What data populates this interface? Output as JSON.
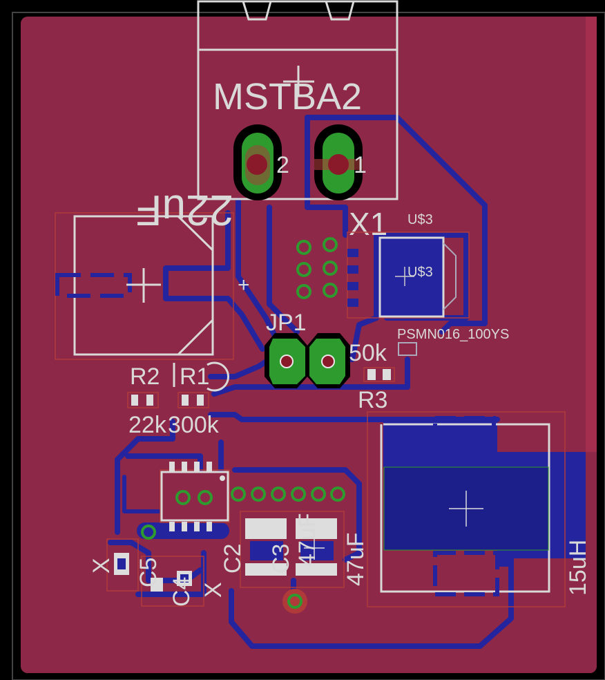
{
  "colors": {
    "background": "#000000",
    "copper_fill": "#8e2848",
    "trace": "#23249e",
    "silkscreen": "#d9d9d9",
    "pad": "#2e9b2e",
    "drill": "#8a1a2a",
    "outline": "#b03a3a"
  },
  "labels": {
    "connector": "MSTBA2",
    "pin2": "2",
    "pin1": "1",
    "cap_22uf": "22uF",
    "plus": "+",
    "x1": "X1",
    "u3_top": "U$3",
    "u3_body": "U$3",
    "mosfet": "PSMN016_100YS",
    "jp1": "JP1",
    "r50k": "50k",
    "r2": "R2",
    "r1": "R1",
    "r3": "R3",
    "r2_val": "22k",
    "r1_val": "300k",
    "c2": "C2",
    "c3": "C3",
    "c3_val": "47uF",
    "c2_val": "47uF",
    "inductor": "15uH",
    "x_a": "X",
    "x_b": "X",
    "c5": "C5",
    "c4": "C4"
  }
}
